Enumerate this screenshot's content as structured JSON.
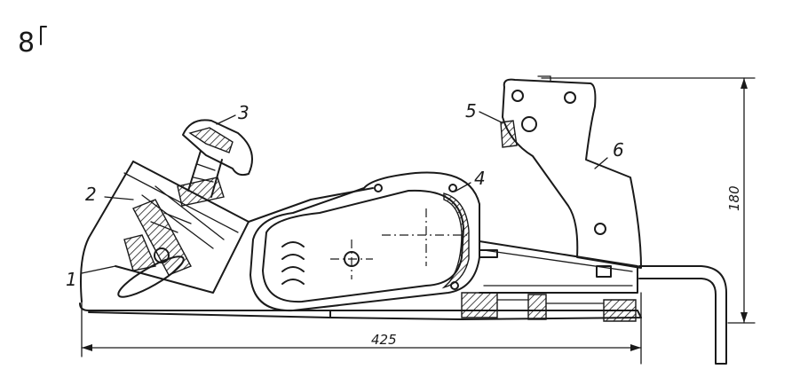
{
  "figure": {
    "page_number": "8",
    "labels": {
      "part_1": "1",
      "part_2": "2",
      "part_3": "3",
      "part_4": "4",
      "part_5": "5",
      "part_6": "6"
    },
    "dimensions": {
      "length": "425",
      "height": "180"
    }
  }
}
